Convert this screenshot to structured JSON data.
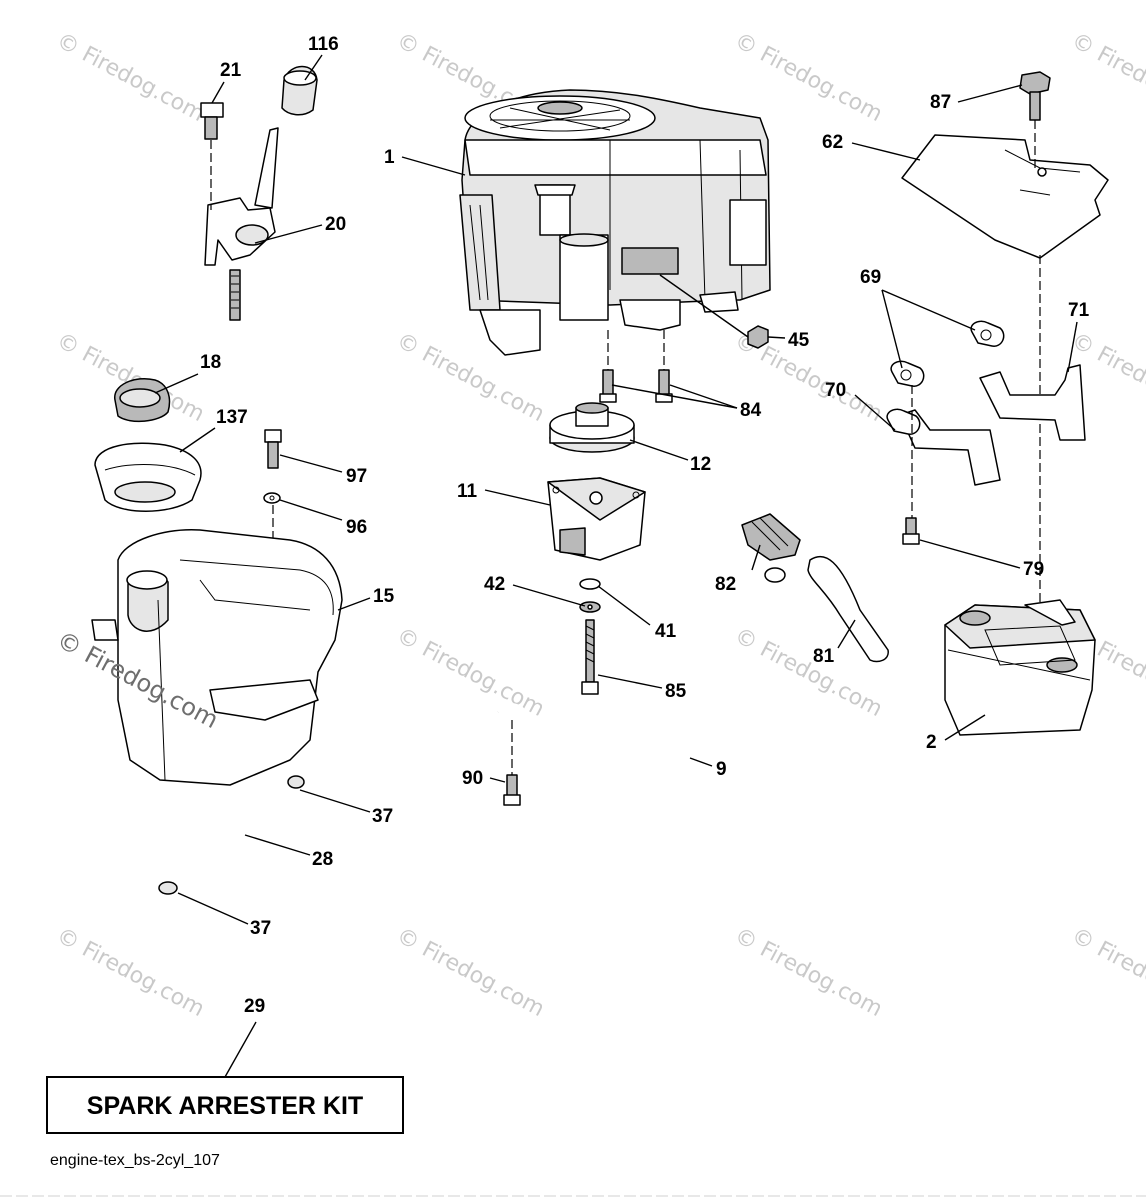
{
  "watermark": {
    "text": "© Firedog.com"
  },
  "callouts": {
    "c1": "1",
    "c2": "2",
    "c9": "9",
    "c11": "11",
    "c12": "12",
    "c15": "15",
    "c18": "18",
    "c20": "20",
    "c21": "21",
    "c28": "28",
    "c29": "29",
    "c37a": "37",
    "c37b": "37",
    "c41": "41",
    "c42": "42",
    "c45": "45",
    "c62": "62",
    "c69": "69",
    "c70": "70",
    "c71": "71",
    "c79": "79",
    "c81": "81",
    "c82": "82",
    "c84": "84",
    "c85": "85",
    "c87": "87",
    "c90": "90",
    "c96": "96",
    "c97": "97",
    "c116": "116",
    "c137": "137"
  },
  "kit_label": "SPARK ARRESTER KIT",
  "diagram_ref": "engine-tex_bs-2cyl_107"
}
